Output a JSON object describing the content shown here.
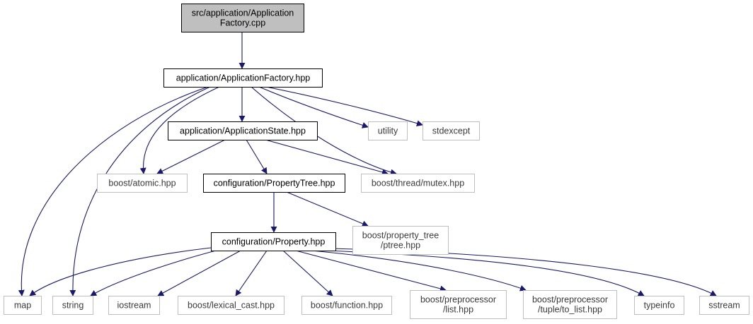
{
  "diagram": {
    "type": "include-dependency-graph",
    "colors": {
      "edge": "#191970",
      "root_fill": "#bfbfbf",
      "project_border": "#000000",
      "external_border": "#bfbfbf",
      "background": "#ffffff"
    },
    "nodes": [
      {
        "id": "root",
        "kind": "root",
        "lines": [
          "src/application/Application",
          "Factory.cpp"
        ]
      },
      {
        "id": "app_factory_hpp",
        "kind": "project",
        "lines": [
          "application/ApplicationFactory.hpp"
        ]
      },
      {
        "id": "app_state_hpp",
        "kind": "project",
        "lines": [
          "application/ApplicationState.hpp"
        ]
      },
      {
        "id": "utility",
        "kind": "external",
        "lines": [
          "utility"
        ]
      },
      {
        "id": "stdexcept",
        "kind": "external",
        "lines": [
          "stdexcept"
        ]
      },
      {
        "id": "boost_atomic",
        "kind": "external",
        "lines": [
          "boost/atomic.hpp"
        ]
      },
      {
        "id": "property_tree_hpp",
        "kind": "project",
        "lines": [
          "configuration/PropertyTree.hpp"
        ]
      },
      {
        "id": "boost_mutex",
        "kind": "external",
        "lines": [
          "boost/thread/mutex.hpp"
        ]
      },
      {
        "id": "property_hpp",
        "kind": "project",
        "lines": [
          "configuration/Property.hpp"
        ]
      },
      {
        "id": "boost_ptree",
        "kind": "external",
        "lines": [
          "boost/property_tree",
          "/ptree.hpp"
        ]
      },
      {
        "id": "map",
        "kind": "external",
        "lines": [
          "map"
        ]
      },
      {
        "id": "string",
        "kind": "external",
        "lines": [
          "string"
        ]
      },
      {
        "id": "iostream",
        "kind": "external",
        "lines": [
          "iostream"
        ]
      },
      {
        "id": "boost_lexical_cast",
        "kind": "external",
        "lines": [
          "boost/lexical_cast.hpp"
        ]
      },
      {
        "id": "boost_function",
        "kind": "external",
        "lines": [
          "boost/function.hpp"
        ]
      },
      {
        "id": "boost_pp_list",
        "kind": "external",
        "lines": [
          "boost/preprocessor",
          "/list.hpp"
        ]
      },
      {
        "id": "boost_pp_tuple",
        "kind": "external",
        "lines": [
          "boost/preprocessor",
          "/tuple/to_list.hpp"
        ]
      },
      {
        "id": "typeinfo",
        "kind": "external",
        "lines": [
          "typeinfo"
        ]
      },
      {
        "id": "sstream",
        "kind": "external",
        "lines": [
          "sstream"
        ]
      }
    ],
    "edges": [
      {
        "from": "root",
        "to": "app_factory_hpp"
      },
      {
        "from": "app_factory_hpp",
        "to": "map"
      },
      {
        "from": "app_factory_hpp",
        "to": "string"
      },
      {
        "from": "app_factory_hpp",
        "to": "boost_atomic"
      },
      {
        "from": "app_factory_hpp",
        "to": "app_state_hpp"
      },
      {
        "from": "app_factory_hpp",
        "to": "boost_mutex"
      },
      {
        "from": "app_factory_hpp",
        "to": "utility"
      },
      {
        "from": "app_factory_hpp",
        "to": "stdexcept"
      },
      {
        "from": "app_state_hpp",
        "to": "boost_atomic"
      },
      {
        "from": "app_state_hpp",
        "to": "property_tree_hpp"
      },
      {
        "from": "app_state_hpp",
        "to": "boost_mutex"
      },
      {
        "from": "property_tree_hpp",
        "to": "property_hpp"
      },
      {
        "from": "property_tree_hpp",
        "to": "boost_ptree"
      },
      {
        "from": "property_hpp",
        "to": "map"
      },
      {
        "from": "property_hpp",
        "to": "string"
      },
      {
        "from": "property_hpp",
        "to": "iostream"
      },
      {
        "from": "property_hpp",
        "to": "boost_lexical_cast"
      },
      {
        "from": "property_hpp",
        "to": "boost_function"
      },
      {
        "from": "property_hpp",
        "to": "boost_pp_list"
      },
      {
        "from": "property_hpp",
        "to": "boost_pp_tuple"
      },
      {
        "from": "property_hpp",
        "to": "typeinfo"
      },
      {
        "from": "property_hpp",
        "to": "sstream"
      }
    ]
  }
}
